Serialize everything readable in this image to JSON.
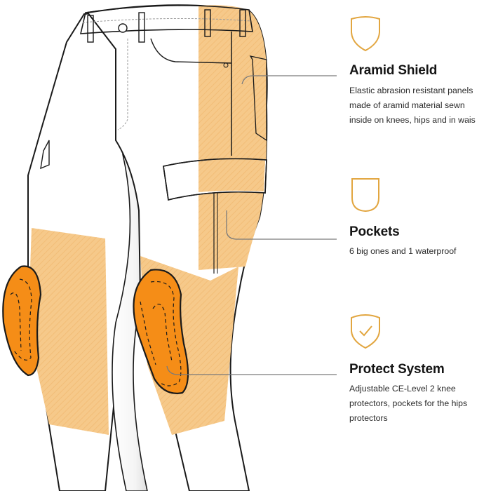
{
  "colors": {
    "accent_gold": "#e2a640",
    "panel_tan": "#f6c98a",
    "pad_orange": "#f58d17",
    "outline": "#1a1a1a",
    "leader_line": "#7a7a7a",
    "text_dark": "#151515"
  },
  "features": [
    {
      "icon": "shield-icon",
      "title": "Aramid Shield",
      "description_lines": [
        "Elastic abrasion resistant panels",
        "made of aramid material sewn",
        "inside on knees, hips and in wais"
      ]
    },
    {
      "icon": "pocket-icon",
      "title": "Pockets",
      "description_lines": [
        "6 big ones and 1 waterproof"
      ]
    },
    {
      "icon": "shield-check-icon",
      "title": "Protect System",
      "description_lines": [
        "Adjustable CE-Level 2 knee",
        "protectors, pockets for the hips",
        "protectors"
      ]
    }
  ]
}
